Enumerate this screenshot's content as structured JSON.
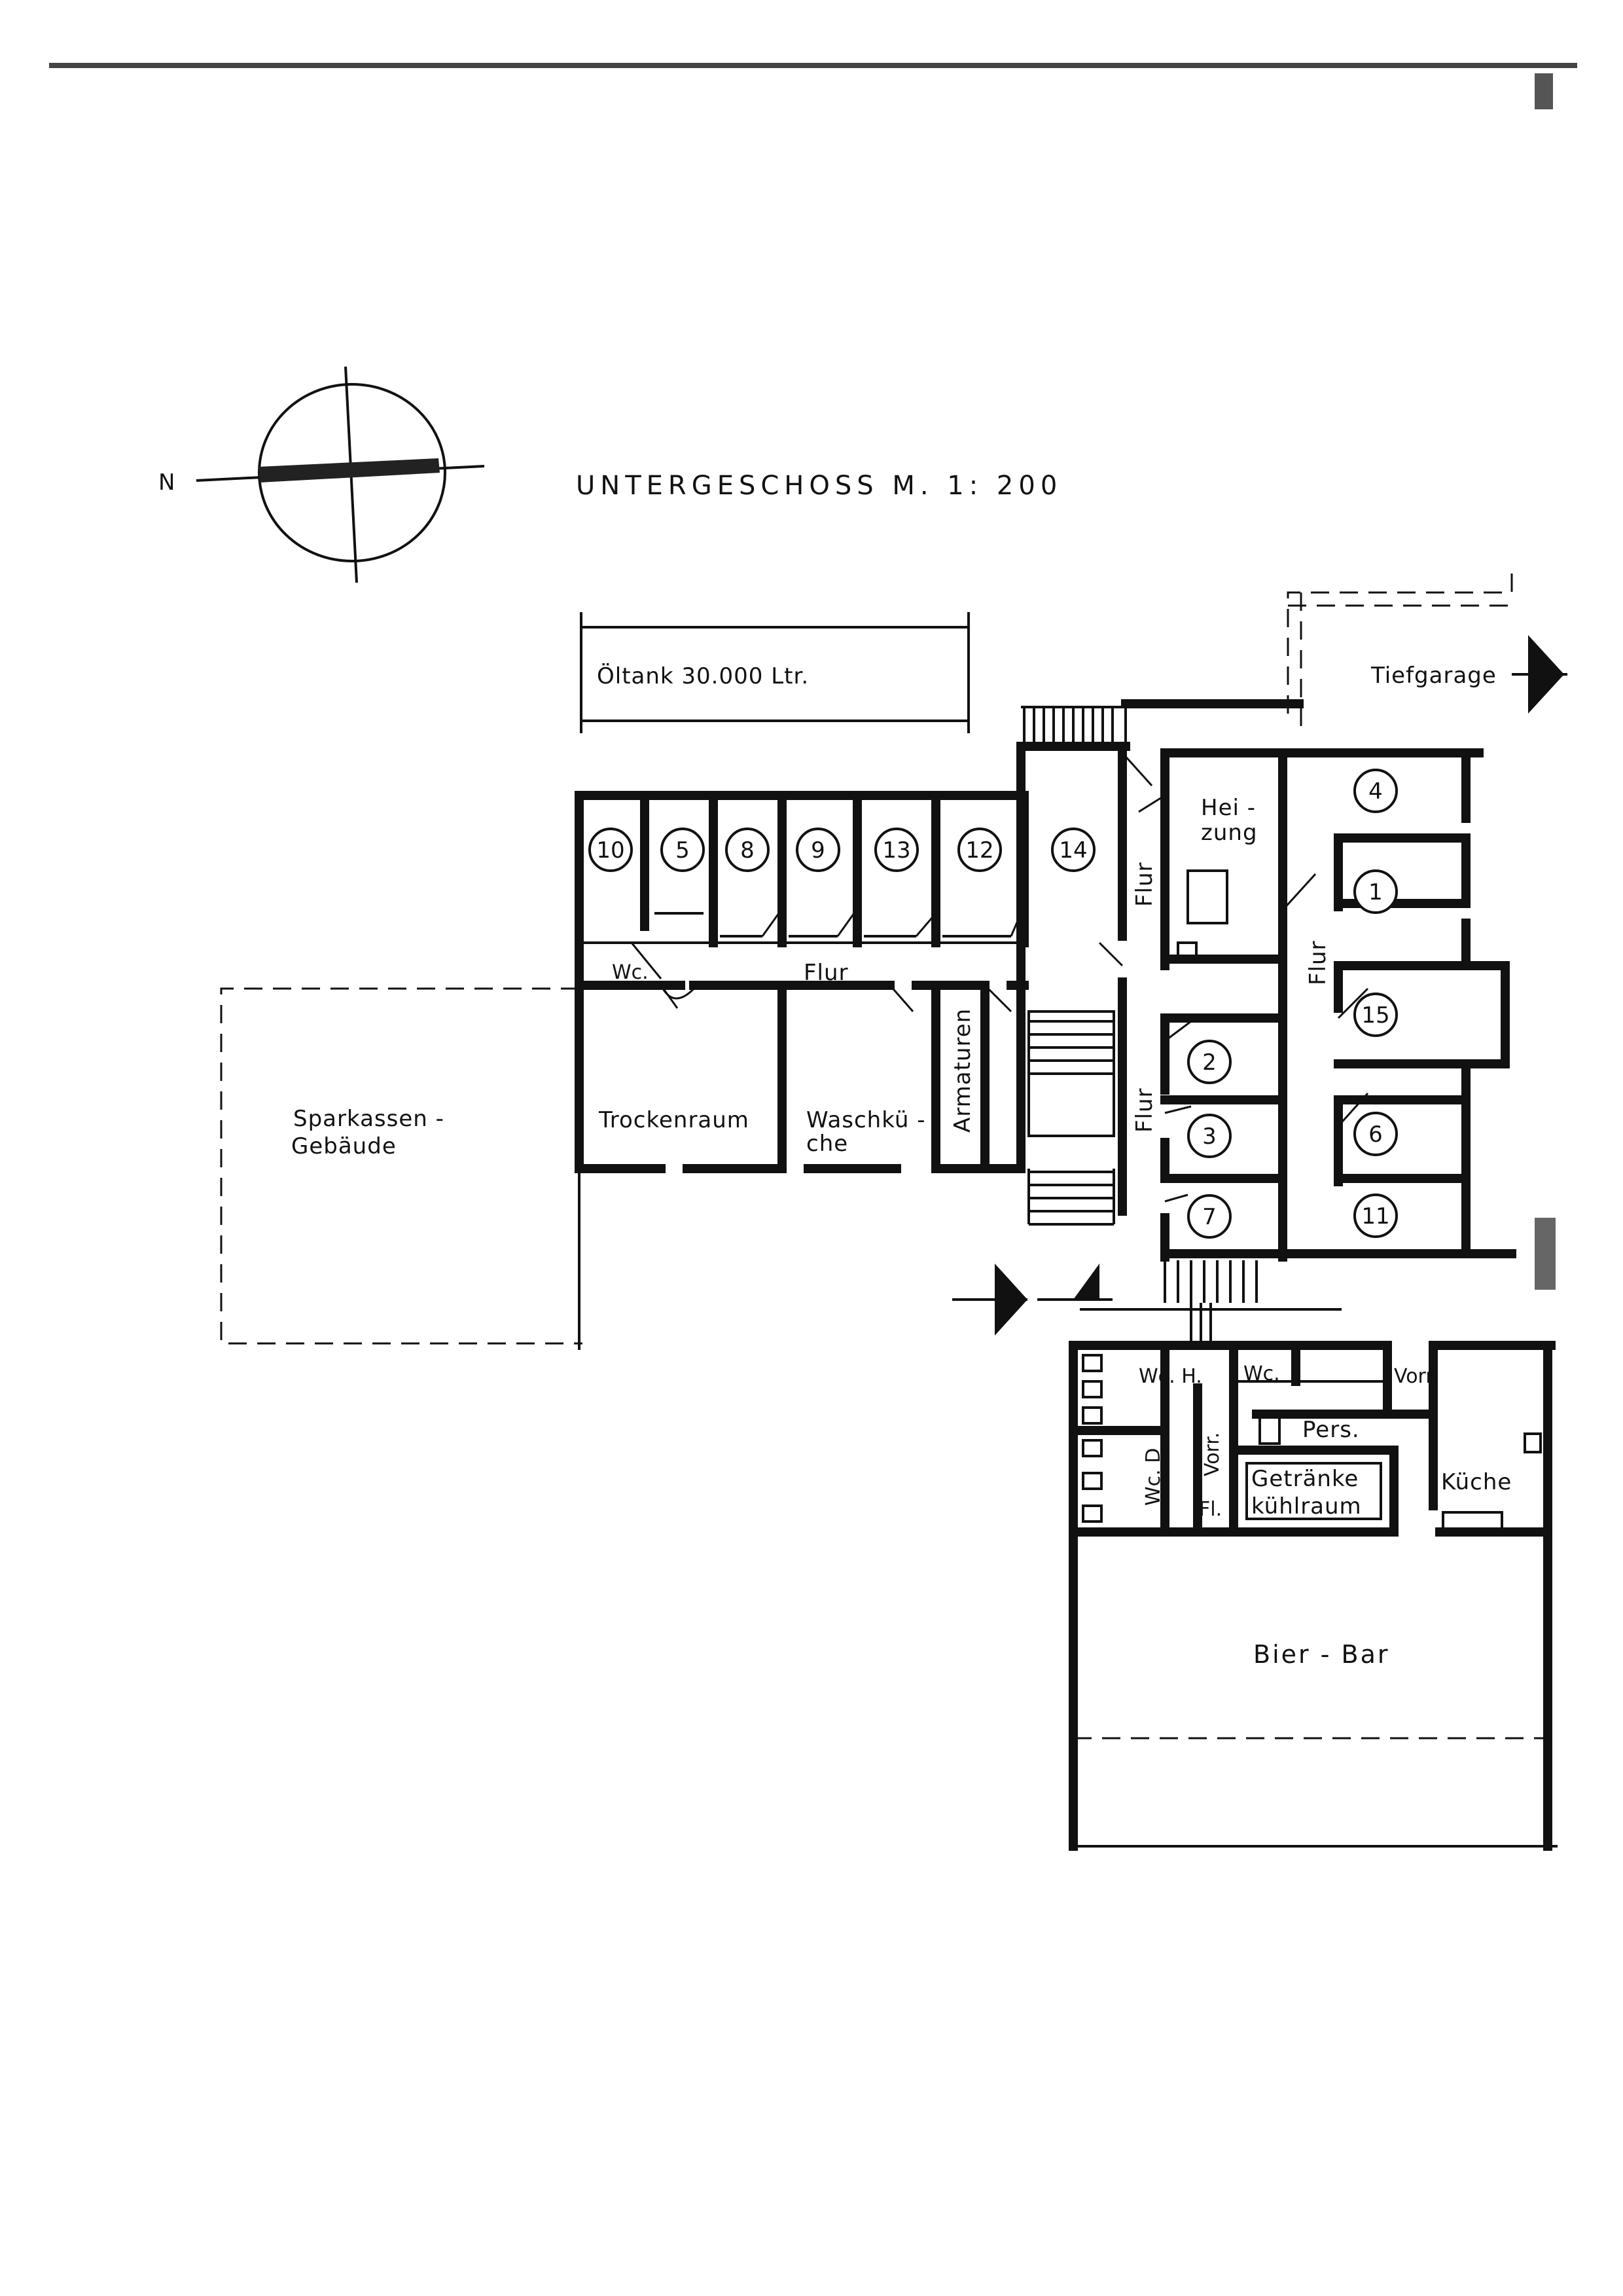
{
  "title": "UNTERGESCHOSS M. 1: 200",
  "compass_label": "N",
  "oeltank": "Öltank 30.000 Ltr.",
  "tiefgarage": "Tiefgarage",
  "sparkasse_line1": "Sparkassen -",
  "sparkasse_line2": "Gebäude",
  "rooms": {
    "flur": "Flur",
    "trockenraum": "Trockenraum",
    "waschkueche_line1": "Waschkü -",
    "waschkueche_line2": "che",
    "armaturen": "Armaturen",
    "heizung_line1": "Hei -",
    "heizung_line2": "zung",
    "wc": "Wc.",
    "wc_h": "Wc. H.",
    "wc_d": "Wc. D",
    "vorr": "Vorr.",
    "fl": "Fl.",
    "pers": "Pers.",
    "getraenke_line1": "Getränke",
    "getraenke_line2": "kühlraum",
    "kueche": "Küche",
    "bier_bar": "Bier - Bar"
  },
  "cellar_numbers": [
    "10",
    "5",
    "8",
    "9",
    "13",
    "12",
    "14",
    "4",
    "1",
    "15",
    "6",
    "11",
    "2",
    "3",
    "7"
  ]
}
